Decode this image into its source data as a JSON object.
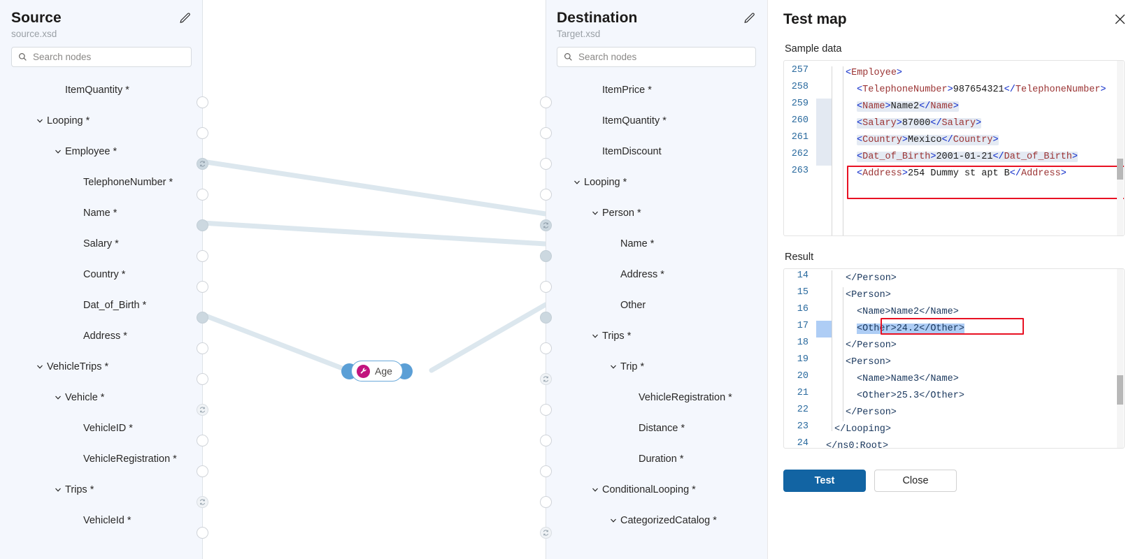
{
  "source_panel": {
    "title": "Source",
    "filename": "source.xsd",
    "edit_icon": "pencil-icon",
    "search": {
      "placeholder": "Search nodes",
      "value": "",
      "icon": "search-icon"
    },
    "nodes": [
      {
        "label": "ItemQuantity *",
        "indent": 1,
        "expandable": false,
        "handle": "empty"
      },
      {
        "label": "Looping *",
        "indent": 0,
        "expandable": true,
        "handle": "empty"
      },
      {
        "label": "Employee *",
        "indent": 1,
        "expandable": true,
        "handle": "loop-filled"
      },
      {
        "label": "TelephoneNumber *",
        "indent": 2,
        "expandable": false,
        "handle": "empty"
      },
      {
        "label": "Name *",
        "indent": 2,
        "expandable": false,
        "handle": "filled"
      },
      {
        "label": "Salary *",
        "indent": 2,
        "expandable": false,
        "handle": "empty"
      },
      {
        "label": "Country *",
        "indent": 2,
        "expandable": false,
        "handle": "empty"
      },
      {
        "label": "Dat_of_Birth *",
        "indent": 2,
        "expandable": false,
        "handle": "filled"
      },
      {
        "label": "Address *",
        "indent": 2,
        "expandable": false,
        "handle": "empty"
      },
      {
        "label": "VehicleTrips *",
        "indent": 0,
        "expandable": true,
        "handle": "empty"
      },
      {
        "label": "Vehicle *",
        "indent": 1,
        "expandable": true,
        "handle": "loop"
      },
      {
        "label": "VehicleID *",
        "indent": 2,
        "expandable": false,
        "handle": "empty"
      },
      {
        "label": "VehicleRegistration *",
        "indent": 2,
        "expandable": false,
        "handle": "empty"
      },
      {
        "label": "Trips *",
        "indent": 1,
        "expandable": true,
        "handle": "loop"
      },
      {
        "label": "VehicleId *",
        "indent": 2,
        "expandable": false,
        "handle": "empty"
      }
    ]
  },
  "destination_panel": {
    "title": "Destination",
    "filename": "Target.xsd",
    "edit_icon": "pencil-icon",
    "search": {
      "placeholder": "Search nodes",
      "value": "",
      "icon": "search-icon"
    },
    "nodes": [
      {
        "label": "ItemPrice *",
        "indent": 1,
        "expandable": false,
        "handle": "empty"
      },
      {
        "label": "ItemQuantity *",
        "indent": 1,
        "expandable": false,
        "handle": "empty"
      },
      {
        "label": "ItemDiscount",
        "indent": 1,
        "expandable": false,
        "handle": "empty"
      },
      {
        "label": "Looping *",
        "indent": 0,
        "expandable": true,
        "handle": "empty"
      },
      {
        "label": "Person *",
        "indent": 1,
        "expandable": true,
        "handle": "loop-filled"
      },
      {
        "label": "Name *",
        "indent": 2,
        "expandable": false,
        "handle": "filled"
      },
      {
        "label": "Address *",
        "indent": 2,
        "expandable": false,
        "handle": "empty"
      },
      {
        "label": "Other",
        "indent": 2,
        "expandable": false,
        "handle": "filled"
      },
      {
        "label": "Trips *",
        "indent": 1,
        "expandable": true,
        "handle": "empty"
      },
      {
        "label": "Trip *",
        "indent": 2,
        "expandable": true,
        "handle": "loop"
      },
      {
        "label": "VehicleRegistration *",
        "indent": 3,
        "expandable": false,
        "handle": "empty"
      },
      {
        "label": "Distance *",
        "indent": 3,
        "expandable": false,
        "handle": "empty"
      },
      {
        "label": "Duration *",
        "indent": 3,
        "expandable": false,
        "handle": "empty"
      },
      {
        "label": "ConditionalLooping *",
        "indent": 1,
        "expandable": true,
        "handle": "empty"
      },
      {
        "label": "CategorizedCatalog *",
        "indent": 2,
        "expandable": true,
        "handle": "loop"
      }
    ]
  },
  "function_node": {
    "label": "Age",
    "icon": "wrench-icon",
    "badge_color": "#c2147e",
    "border_color": "#6aa9da",
    "handle_color": "#5b9fd6"
  },
  "edges": {
    "color": "#dce7ee",
    "connections": [
      {
        "from": "Employee *",
        "to": "Person *"
      },
      {
        "from": "Name *",
        "to": "Name *"
      },
      {
        "from": "Dat_of_Birth *",
        "to": "Age"
      },
      {
        "from": "Age",
        "to": "Other"
      }
    ]
  },
  "test_map": {
    "title": "Test map",
    "close_icon": "close-icon",
    "sample_data_label": "Sample data",
    "result_label": "Result",
    "sample_data": {
      "lines": [
        {
          "num": "257",
          "indent": 1,
          "parts": [
            {
              "t": "ang",
              "v": "<"
            },
            {
              "t": "tag",
              "v": "Employee"
            },
            {
              "t": "ang",
              "v": ">"
            }
          ]
        },
        {
          "num": "258",
          "indent": 2,
          "parts": [
            {
              "t": "ang",
              "v": "<"
            },
            {
              "t": "tag",
              "v": "TelephoneNumber"
            },
            {
              "t": "ang",
              "v": ">"
            },
            {
              "t": "txt",
              "v": "987654321"
            },
            {
              "t": "ang",
              "v": "</"
            },
            {
              "t": "tag",
              "v": "TelephoneNumber"
            },
            {
              "t": "ang",
              "v": ">"
            }
          ]
        },
        {
          "num": "259",
          "indent": 2,
          "highlight": true,
          "parts": [
            {
              "t": "ang",
              "v": "<"
            },
            {
              "t": "tag",
              "v": "Name"
            },
            {
              "t": "ang",
              "v": ">"
            },
            {
              "t": "txt",
              "v": "Name2"
            },
            {
              "t": "ang",
              "v": "</"
            },
            {
              "t": "tag",
              "v": "Name"
            },
            {
              "t": "ang",
              "v": ">"
            }
          ]
        },
        {
          "num": "260",
          "indent": 2,
          "highlight": true,
          "parts": [
            {
              "t": "ang",
              "v": "<"
            },
            {
              "t": "tag",
              "v": "Salary"
            },
            {
              "t": "ang",
              "v": ">"
            },
            {
              "t": "txt",
              "v": "87000"
            },
            {
              "t": "ang",
              "v": "</"
            },
            {
              "t": "tag",
              "v": "Salary"
            },
            {
              "t": "ang",
              "v": ">"
            }
          ]
        },
        {
          "num": "261",
          "indent": 2,
          "highlight": true,
          "parts": [
            {
              "t": "ang",
              "v": "<"
            },
            {
              "t": "tag",
              "v": "Country"
            },
            {
              "t": "ang",
              "v": ">"
            },
            {
              "t": "txt",
              "v": "Mexico"
            },
            {
              "t": "ang",
              "v": "</"
            },
            {
              "t": "tag",
              "v": "Country"
            },
            {
              "t": "ang",
              "v": ">"
            }
          ]
        },
        {
          "num": "262",
          "indent": 2,
          "highlight": true,
          "boxed": true,
          "parts": [
            {
              "t": "ang",
              "v": "<"
            },
            {
              "t": "tag",
              "v": "Dat_of_Birth"
            },
            {
              "t": "ang",
              "v": ">"
            },
            {
              "t": "txt",
              "v": "2001-01-21"
            },
            {
              "t": "ang",
              "v": "</"
            },
            {
              "t": "tag",
              "v": "Dat_of_Birth"
            },
            {
              "t": "ang",
              "v": ">"
            }
          ]
        },
        {
          "num": "263",
          "indent": 2,
          "parts": [
            {
              "t": "ang",
              "v": "<"
            },
            {
              "t": "tag",
              "v": "Address"
            },
            {
              "t": "ang",
              "v": ">"
            },
            {
              "t": "txt",
              "v": "254 Dummy st apt B"
            },
            {
              "t": "ang",
              "v": "</"
            },
            {
              "t": "tag",
              "v": "Address"
            },
            {
              "t": "ang",
              "v": ">"
            }
          ]
        }
      ]
    },
    "result": {
      "lines": [
        {
          "num": "14",
          "indent": 1,
          "text": "</Person>",
          "clipped": true
        },
        {
          "num": "15",
          "indent": 1,
          "text": "<Person>"
        },
        {
          "num": "16",
          "indent": 2,
          "text": "<Name>Name2</Name>"
        },
        {
          "num": "17",
          "indent": 2,
          "text": "<Other>24.2</Other>",
          "selected": true,
          "boxed": true
        },
        {
          "num": "18",
          "indent": 1,
          "text": "</Person>"
        },
        {
          "num": "19",
          "indent": 1,
          "text": "<Person>"
        },
        {
          "num": "20",
          "indent": 2,
          "text": "<Name>Name3</Name>"
        },
        {
          "num": "21",
          "indent": 2,
          "text": "<Other>25.3</Other>"
        },
        {
          "num": "22",
          "indent": 1,
          "text": "</Person>"
        },
        {
          "num": "23",
          "indent": 0,
          "text": "</Looping>"
        },
        {
          "num": "24",
          "indent": -1,
          "text": "</ns0:Root>"
        }
      ]
    },
    "buttons": {
      "test": "Test",
      "close": "Close"
    },
    "accent_color": "#1264a3",
    "highlight_box_color": "#e81123"
  }
}
